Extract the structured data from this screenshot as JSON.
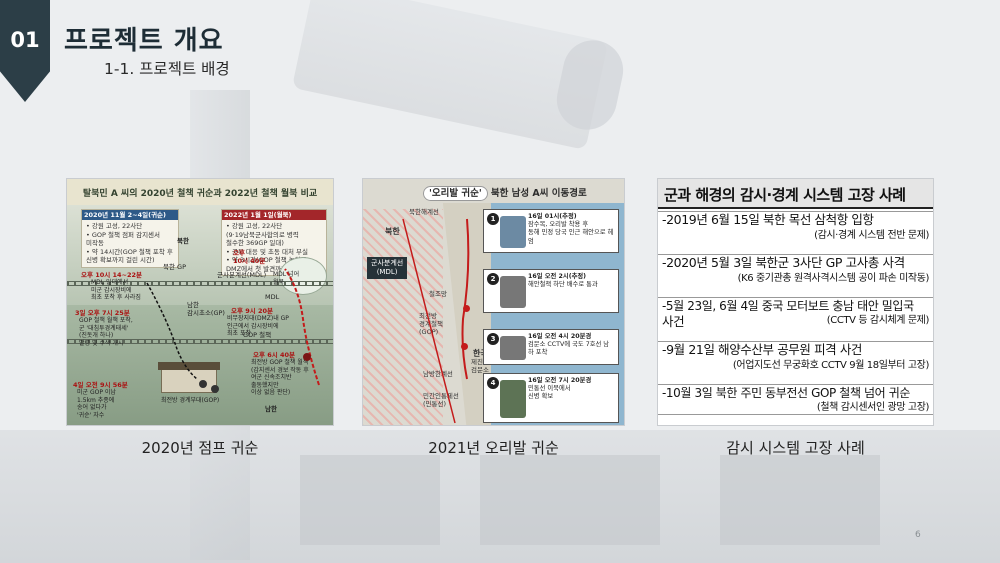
{
  "slide": {
    "section_number": "01",
    "title": "프로젝트 개요",
    "subtitle": "1-1. 프로젝트 배경",
    "page_number": "6"
  },
  "figures": [
    {
      "caption": "2020년 점프 귀순",
      "image": {
        "header": "탈북민 A 씨의 2020년 철책 귀순과 2022년 철책 월북 비교",
        "left_box_title": "2020년 11월 2~4일(귀순)",
        "left_box_lines": [
          "• 강원 고성, 22사단",
          "• GOP 철책 점퍼 감지센서",
          "  미작동",
          "• 약 14시간(GOP 철책 포착 후",
          "  신병 확보까지 걸린 시간)"
        ],
        "right_box_title": "2022년 1월 1일(월북)",
        "right_box_lines": [
          "• 강원 고성, 22사단",
          "  (9·19남북군사합의로 병력",
          "  철수한 369GP 일대)",
          "• 군부 대응 및 초동 대처 부실",
          "• 약 3시간(GOP 철책 놓치고",
          "  DMZ에서 첫 발견까지 걸린 시간)"
        ],
        "labels": {
          "north": "북한",
          "south": "남한",
          "mdl": "군사분계선(MDL)",
          "north_gp": "북한 GP",
          "south_gp": "남한\n감시초소(GP)",
          "gop_fence": "GOP 철책",
          "mdl_fence": "MDL",
          "building": "최전방 경계부대(GOP)",
          "t1_left": "오후 10시 14~22분",
          "t1_left_desc": "MDL 일대에서\n미군 감시장비에\n최초 포착 후 사라짐",
          "t2_left": "3일 오후 7시 25분",
          "t2_left_desc": "GOP 철책 월책 포착,\n군 '대침투경계태세'\n(진돗개 하나)\n발령 및 수색 개시",
          "t3_left": "4일 오전 9시 56분",
          "t3_left_desc": "미군 GOP 이남\n1.5km 추종에\n송어 없다가\n'귀순' 자수",
          "t1_right": "오후 6시 40분",
          "t1_right_desc": "최전방 GOP 철책 월책\n(감지센서 경보 작동 후\n여군 신속조치반\n출동했지만\n이상 없음 판단)",
          "t2_right": "오후 9시 20분",
          "t2_right_desc": "비무장지대(DMZ)내 GP\n인근에서 감시장비에\n최초 포착",
          "t3_right": "오후\n10시 40분",
          "t3_right_desc": "MDL 넘어\n월북"
        }
      }
    },
    {
      "caption": "2021년 오리발 귀순",
      "image": {
        "header_tag": "'오리발 귀순'",
        "header": "북한 남성 A씨 이동경로",
        "labels": {
          "north_fence": "북한해계선",
          "north": "북한",
          "mdl": "군사분계선\n(MDL)",
          "gp_fence": "철조망",
          "gop": "최전방\n경계철책\n(GOP)",
          "korea": "한국",
          "south_line": "남방한계선",
          "civil_line": "민간인통제선\n(민통선)",
          "checkpoint": "제진\n검문소"
        },
        "events": [
          {
            "num": "1",
            "lines": [
              "16일 01시(추정)",
              "잠수복, 오리발 착용 후",
              "동해 민정 당국 인근 해안으로 헤엄"
            ]
          },
          {
            "num": "2",
            "lines": [
              "16일 오전 2시(추정)",
              "해안철책 하단 배수로 통과"
            ]
          },
          {
            "num": "3",
            "lines": [
              "16일 오전 4시 20분경",
              "검문소 CCTV에 국도 7호선 남하 포착"
            ]
          },
          {
            "num": "4",
            "lines": [
              "16일 오전 7시 20분경",
              "민통선 이북에서",
              "신병 확보"
            ]
          }
        ]
      }
    },
    {
      "caption": "감시 시스템 고장 사례",
      "image": {
        "header": "군과 해경의 감시·경계 시스템 고장 사례",
        "cases": [
          {
            "line1": "-2019년 6월 15일 북한 목선 삼척항 입항",
            "line2": "(감시·경계 시스템 전반 문제)"
          },
          {
            "line1": "-2020년 5월 3일 북한군 3사단 GP 고사총 사격",
            "line2": "(K6 중기관총 원격사격시스템 공이 파손 미작동)"
          },
          {
            "line1": "-5월 23일, 6월 4일 중국 모터보트 충남 태안 밀입국",
            "line1b": "사건",
            "line2": "(CCTV 등 감시체계 문제)"
          },
          {
            "line1": "-9월 21일 해양수산부 공무원 피격 사건",
            "line2": "(어업지도선 무궁화호 CCTV 9월 18일부터 고장)"
          },
          {
            "line1": "-10월 3일 북한 주민 동부전선 GOP 철책 넘어 귀순",
            "line2": "(철책 감시센서인 광망 고장)"
          }
        ]
      }
    }
  ],
  "colors": {
    "badge": "#2c3e47",
    "title": "#1e2d36",
    "route_red": "#c41b1b"
  }
}
